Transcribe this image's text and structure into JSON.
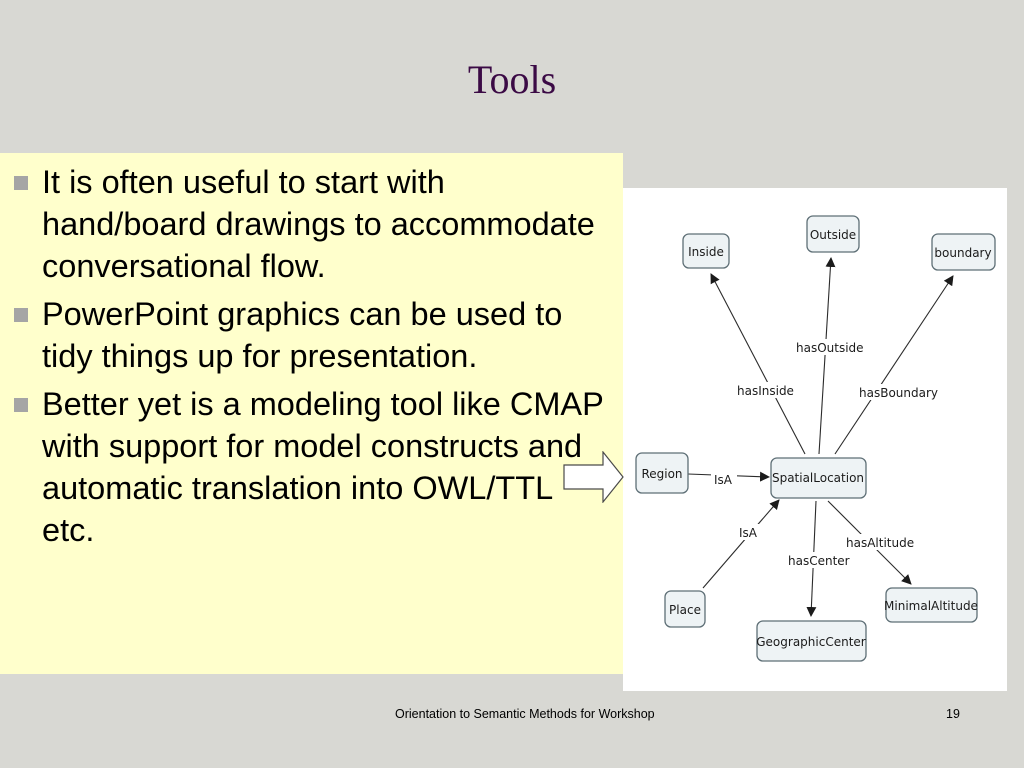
{
  "slide": {
    "title": "Tools",
    "bullets": [
      {
        "text": "It is often useful to start with hand/board drawings to accommodate conversational flow."
      },
      {
        "text": "PowerPoint graphics can be used to tidy things up for presentation."
      },
      {
        "text": "Better yet is a modeling tool like CMAP with support for model constructs and automatic translation into OWL/TTL etc."
      }
    ],
    "footer": "Orientation to Semantic Methods for Workshop",
    "page_number": "19"
  },
  "diagram": {
    "nodes": [
      {
        "id": "inside",
        "label": "Inside"
      },
      {
        "id": "outside",
        "label": "Outside"
      },
      {
        "id": "boundary",
        "label": "boundary"
      },
      {
        "id": "region",
        "label": "Region"
      },
      {
        "id": "spatiallocation",
        "label": "SpatialLocation"
      },
      {
        "id": "place",
        "label": "Place"
      },
      {
        "id": "minimalaltitude",
        "label": "MinimalAltitude"
      },
      {
        "id": "geographiccenter",
        "label": "GeographicCenter"
      }
    ],
    "edges": [
      {
        "label": "hasInside",
        "from": "spatiallocation",
        "to": "inside"
      },
      {
        "label": "hasOutside",
        "from": "spatiallocation",
        "to": "outside"
      },
      {
        "label": "hasBoundary",
        "from": "spatiallocation",
        "to": "boundary"
      },
      {
        "label": "IsA",
        "from": "region",
        "to": "spatiallocation"
      },
      {
        "label": "IsA",
        "from": "place",
        "to": "spatiallocation"
      },
      {
        "label": "hasCenter",
        "from": "spatiallocation",
        "to": "geographiccenter"
      },
      {
        "label": "hasAltitude",
        "from": "spatiallocation",
        "to": "minimalaltitude"
      }
    ]
  },
  "colors": {
    "background": "#d8d8d3",
    "title": "#3b0a45",
    "text_panel": "#ffffcc",
    "bullet_marker": "#a5a5a5"
  }
}
